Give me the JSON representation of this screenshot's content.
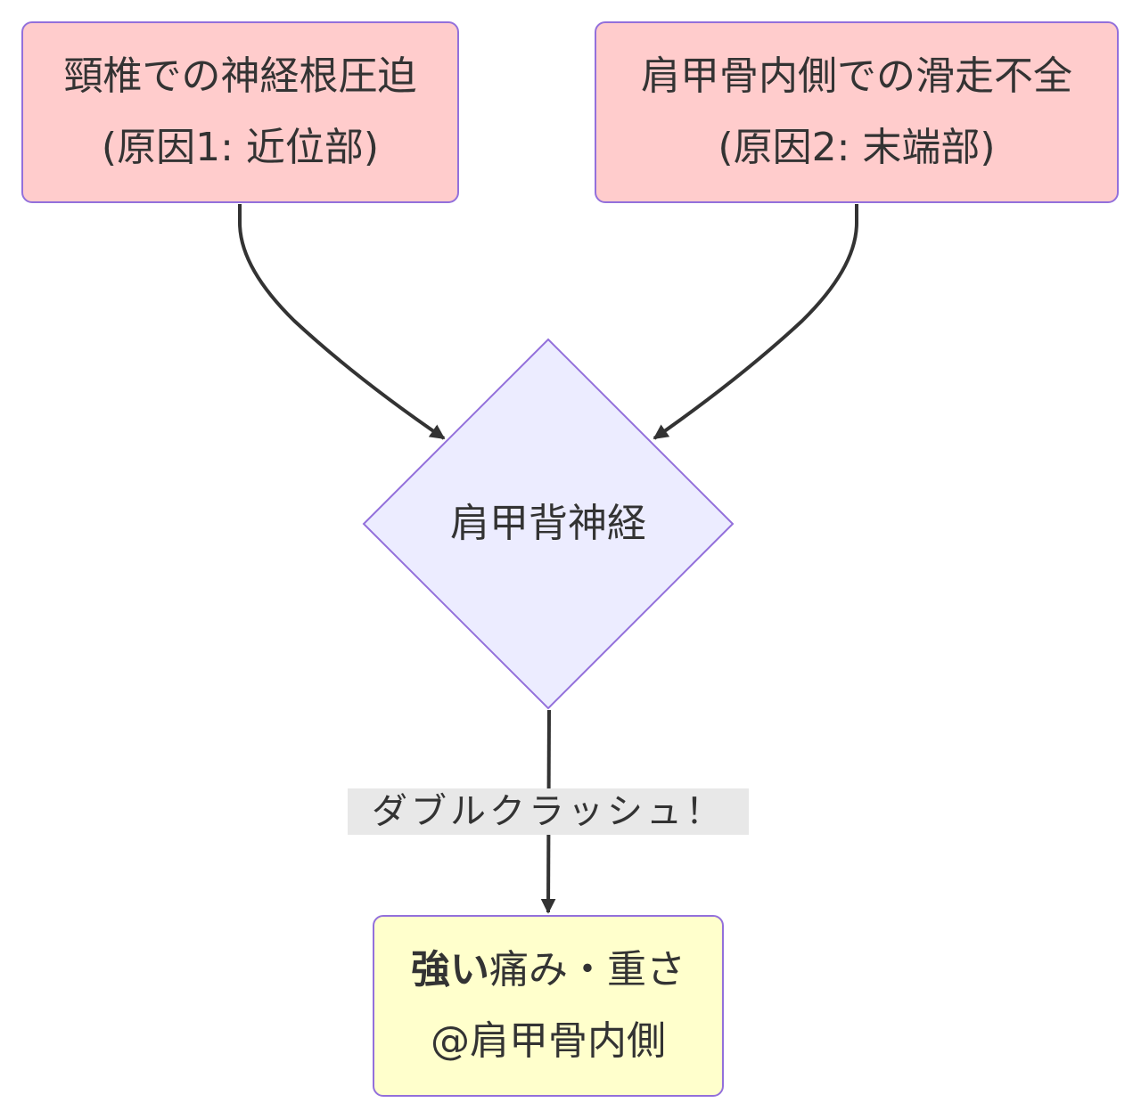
{
  "diagram": {
    "type": "flowchart",
    "colors": {
      "cause_fill": "#ffcccc",
      "decision_fill": "#ececff",
      "effect_fill": "#ffffcc",
      "node_border": "#9370DB",
      "edge": "#333333",
      "edge_label_bg": "#e8e8e8"
    },
    "nodes": [
      {
        "id": "cause1",
        "shape": "rounded-rect",
        "line1": "頸椎での神経根圧迫",
        "line2": "(原因1: 近位部)"
      },
      {
        "id": "cause2",
        "shape": "rounded-rect",
        "line1": "肩甲骨内側での滑走不全",
        "line2": "(原因2: 末端部)"
      },
      {
        "id": "nerve",
        "shape": "diamond",
        "label": "肩甲背神経"
      },
      {
        "id": "effect",
        "shape": "rounded-rect",
        "line1_bold": "強い",
        "line1_rest": "痛み・重さ",
        "line2": "@肩甲骨内側"
      }
    ],
    "edges": [
      {
        "from": "cause1",
        "to": "nerve",
        "label": ""
      },
      {
        "from": "cause2",
        "to": "nerve",
        "label": ""
      },
      {
        "from": "nerve",
        "to": "effect",
        "label": "ダブルクラッシュ！"
      }
    ]
  }
}
